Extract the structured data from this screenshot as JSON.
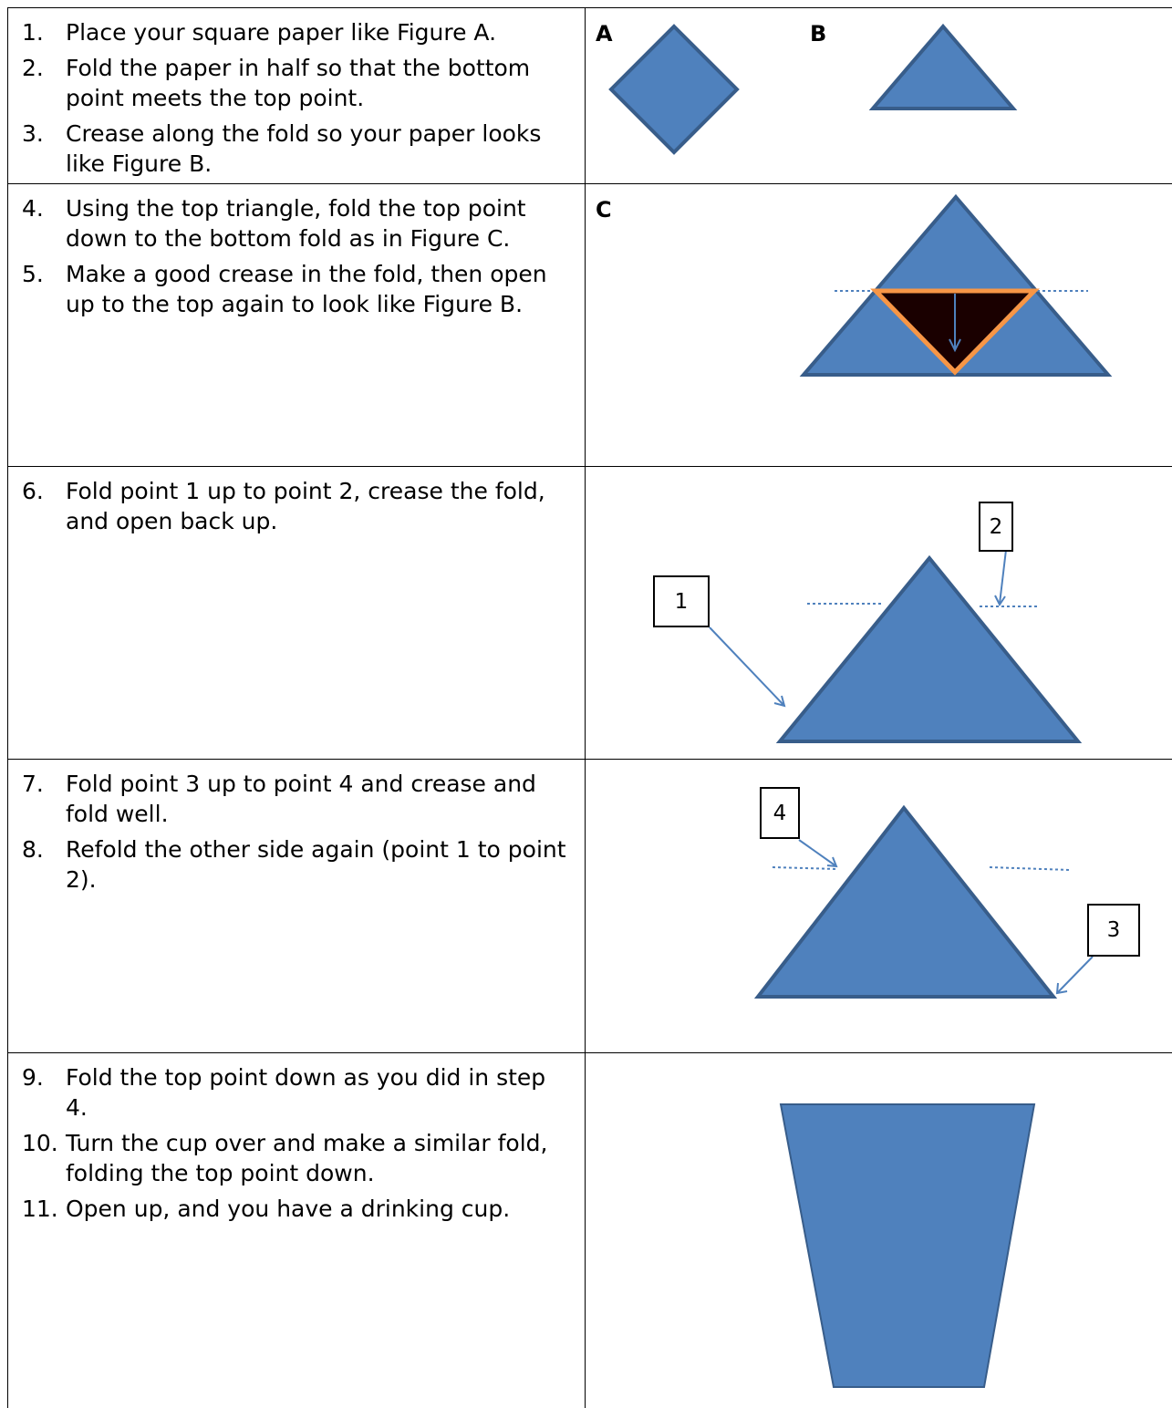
{
  "rows": [
    {
      "steps": [
        {
          "num": "1.",
          "text": "Place your square paper like Figure A."
        },
        {
          "num": "2.",
          "text": "Fold the paper in half so that the bottom point meets the top point."
        },
        {
          "num": "3.",
          "text": "Crease along the fold so your paper looks like Figure B."
        }
      ],
      "labels": [
        "A",
        "B"
      ]
    },
    {
      "steps": [
        {
          "num": "4.",
          "text": "Using the top triangle, fold the top point down to the bottom fold as in Figure C."
        },
        {
          "num": "5.",
          "text": "Make a good crease in the fold, then open up to the top again to look like Figure B."
        }
      ],
      "labels": [
        "C"
      ]
    },
    {
      "steps": [
        {
          "num": "6.",
          "text": "Fold point 1 up to point 2, crease the fold, and open back up."
        }
      ],
      "callouts": [
        "1",
        "2"
      ]
    },
    {
      "steps": [
        {
          "num": "7.",
          "text": "Fold point 3 up to point 4 and crease and fold well."
        },
        {
          "num": "8.",
          "text": "Refold the other side again (point 1 to point 2)."
        }
      ],
      "callouts": [
        "4",
        "3"
      ]
    },
    {
      "steps": [
        {
          "num": "9.",
          "text": "Fold the top point down as you did in step 4."
        },
        {
          "num": "10.",
          "text": "Turn the cup over and make a similar fold, folding the top point down."
        },
        {
          "num": "11.",
          "text": "Open up, and you have a drinking cup."
        }
      ]
    }
  ],
  "colors": {
    "fill": "#4f81bd",
    "stroke": "#385d8a",
    "orange": "#f79646",
    "dark": "#1a0000"
  }
}
